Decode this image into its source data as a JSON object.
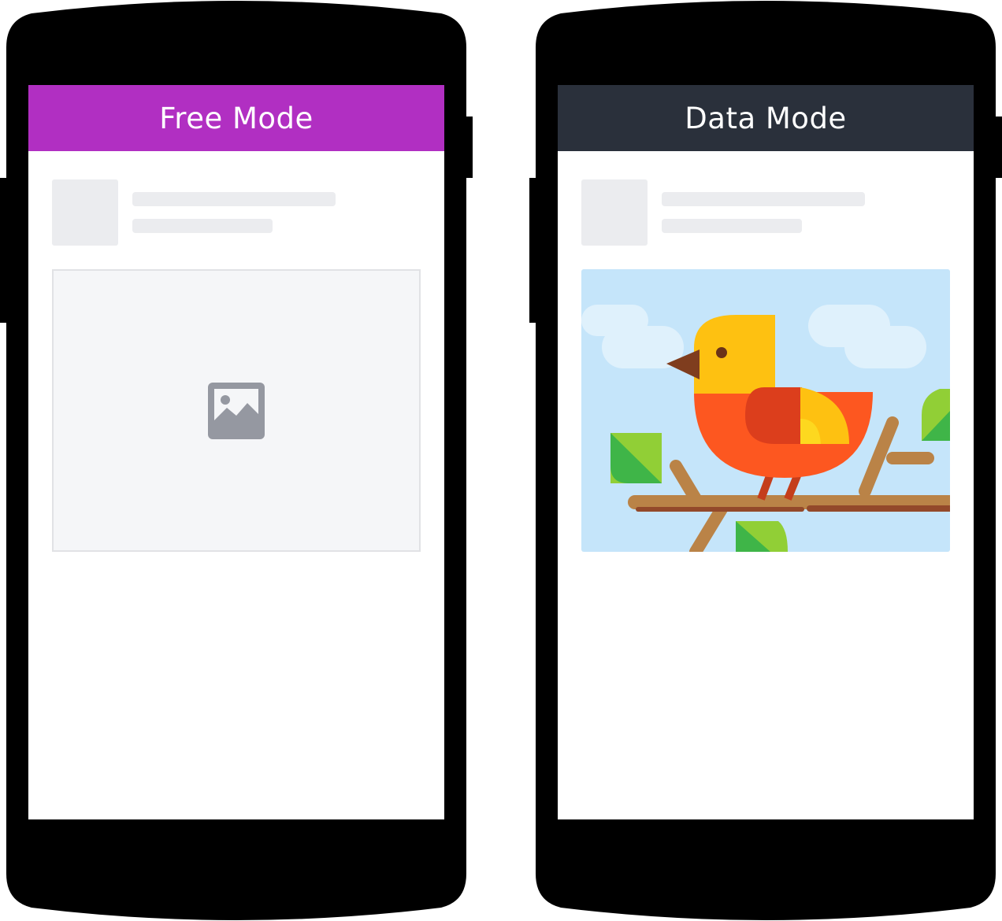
{
  "phones": [
    {
      "title": "Free Mode",
      "header_color": "#b12fc2",
      "image_state": "placeholder",
      "icon": "image-placeholder-icon"
    },
    {
      "title": "Data Mode",
      "header_color": "#2a303b",
      "image_state": "loaded",
      "icon": "bird-illustration"
    }
  ],
  "colors": {
    "phone_body": "#000000",
    "skeleton": "#ebecef",
    "placeholder_bg": "#f5f6f8",
    "placeholder_icon": "#9598a1",
    "sky": "#c5e5fa",
    "bird_yellow": "#fec111",
    "bird_orange": "#fd5720",
    "branch": "#ba8347"
  }
}
